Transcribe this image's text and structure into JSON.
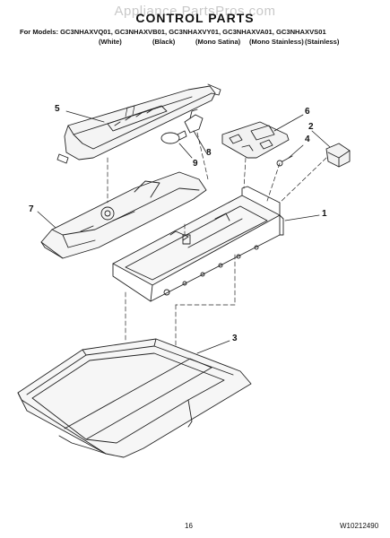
{
  "watermark": "Appliance PartsPros.com",
  "title": "CONTROL PARTS",
  "models_line": "For Models: GC3NHAXVQ01, GC3NHAXVB01, GC3NHAXVY01, GC3NHAXVA01, GC3NHAXVS01",
  "variants": [
    "(White)",
    "(Black)",
    "(Mono Satina)",
    "(Mono Stainless)",
    "(Stainless)"
  ],
  "callouts": [
    "5",
    "6",
    "2",
    "4",
    "8",
    "9",
    "7",
    "1",
    "3"
  ],
  "footer": {
    "page_number": "16",
    "doc_number": "W10212490"
  }
}
